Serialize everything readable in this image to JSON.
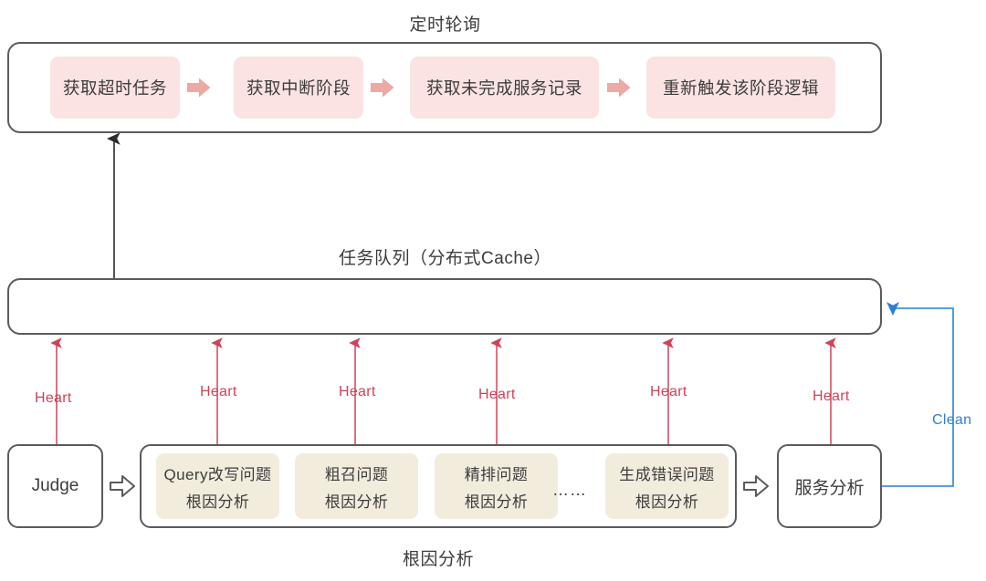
{
  "diagram": {
    "title_top": "定时轮询",
    "title_queue": "任务队列（分布式Cache）",
    "title_bottom": "根因分析"
  },
  "polling": {
    "steps": [
      {
        "label": "获取超时任务"
      },
      {
        "label": "获取中断阶段"
      },
      {
        "label": "获取未完成服务记录"
      },
      {
        "label": "重新触发该阶段逻辑"
      }
    ],
    "arrow_icon": "arrow-right-icon"
  },
  "queue": {
    "label": "任务队列（分布式Cache）"
  },
  "bottom": {
    "judge": {
      "label": "Judge"
    },
    "service": {
      "label": "服务分析"
    },
    "ellipsis": "……",
    "rca_cards": [
      {
        "line1": "Query改写问题",
        "line2": "根因分析"
      },
      {
        "line1": "粗召问题",
        "line2": "根因分析"
      },
      {
        "line1": "精排问题",
        "line2": "根因分析"
      },
      {
        "line1": "生成错误问题",
        "line2": "根因分析"
      }
    ]
  },
  "connectors": {
    "heart_labels": [
      "Heart",
      "Heart",
      "Heart",
      "Heart",
      "Heart",
      "Heart"
    ],
    "clean_label": "Clean"
  },
  "colors": {
    "pink_fill": "#fae3e2",
    "pink_arrow": "#eda9a4",
    "beige_fill": "#f2ecdd",
    "box_stroke": "#5b5b5b",
    "heart_red": "#d04257",
    "clean_blue": "#2f7fd1",
    "text": "#3c3c3c"
  }
}
